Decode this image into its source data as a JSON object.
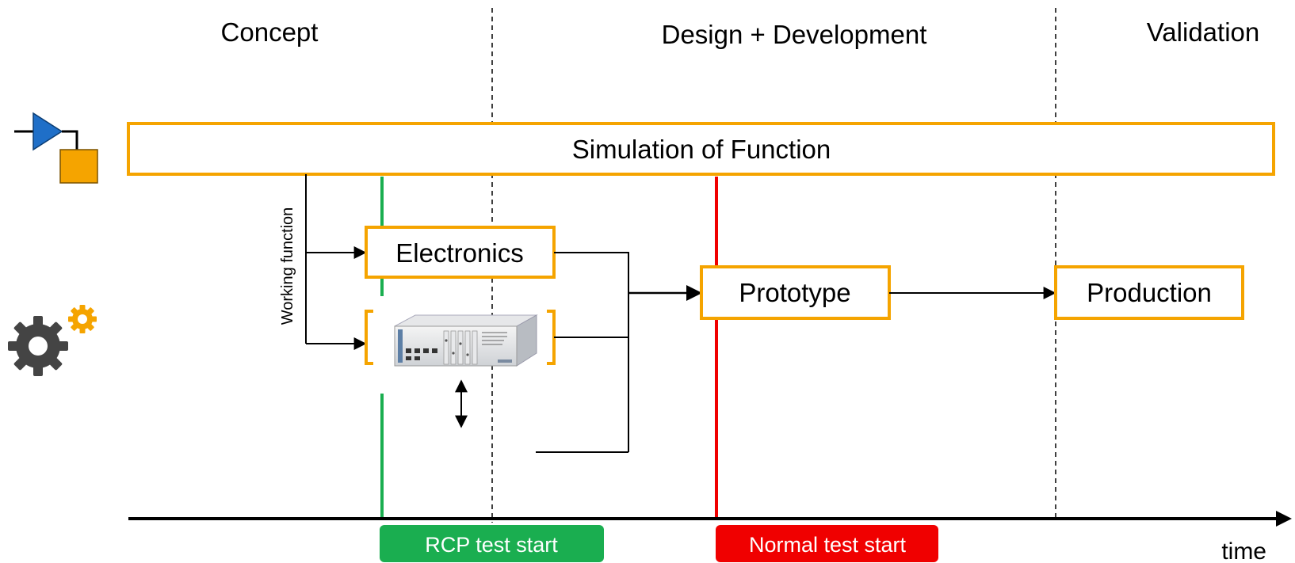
{
  "phases": {
    "concept": "Concept",
    "design": "Design + Development",
    "validation": "Validation"
  },
  "boxes": {
    "simulation": "Simulation of Function",
    "electronics": "Electronics",
    "prototype": "Prototype",
    "production": "Production"
  },
  "side_label": "Working function",
  "milestones": {
    "rcp": "RCP test start",
    "normal": "Normal test start"
  },
  "axis_label": "time",
  "colors": {
    "box_border": "#F5A400",
    "rcp": "#1AAE50",
    "normal": "#F00000",
    "model_triangle": "#1F6FC8",
    "model_square": "#F5A400",
    "gear_large": "#444444",
    "gear_small": "#F5A400"
  },
  "icons": {
    "model": "simulation-model-icon",
    "gears": "gears-icon",
    "hardware": "rcp-hardware-image"
  }
}
